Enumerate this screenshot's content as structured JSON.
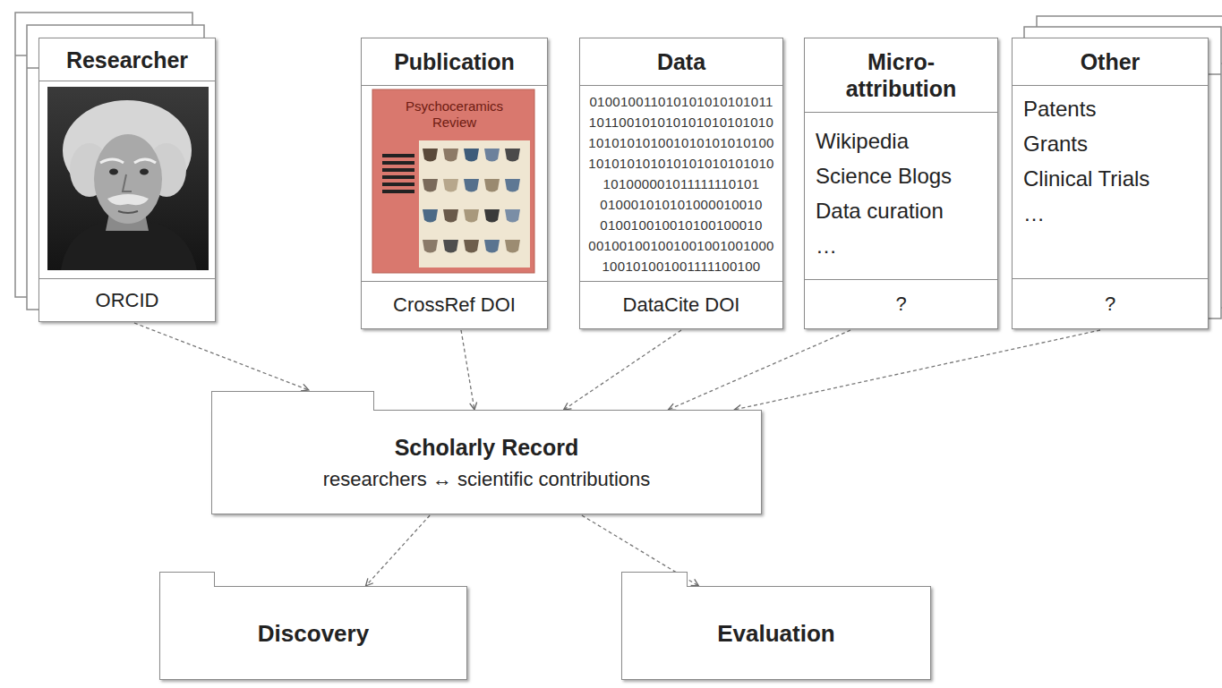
{
  "diagram": {
    "nodes": [
      {
        "text": [
          "Researcher",
          "ORCID"
        ]
      },
      {
        "text": [
          "Publication",
          "CrossRef DOI"
        ]
      },
      {
        "text": [
          "Data",
          "DataCite DOI"
        ]
      },
      {
        "text": [
          "Micro-attribution",
          "Wikipedia",
          "Science Blogs",
          "Data curation",
          "…",
          "?"
        ]
      },
      {
        "text": [
          "Other",
          "Patents",
          "Grants",
          "Clinical Trials",
          "…",
          "?"
        ]
      },
      {
        "text": [
          "Scholarly Record",
          "researchers ↔ scientific contributions"
        ]
      },
      {
        "text": [
          "Discovery"
        ]
      },
      {
        "text": [
          "Evaluation"
        ]
      }
    ],
    "edges": [
      {
        "from": 0,
        "to": 5,
        "arrow": "to"
      },
      {
        "from": 1,
        "to": 5,
        "arrow": "to"
      },
      {
        "from": 2,
        "to": 5,
        "arrow": "to"
      },
      {
        "from": 3,
        "to": 5,
        "arrow": "to"
      },
      {
        "from": 4,
        "to": 5,
        "arrow": "to"
      },
      {
        "from": 5,
        "to": 6,
        "arrow": "to"
      },
      {
        "from": 5,
        "to": 7,
        "arrow": "to"
      }
    ],
    "labels": [
      "Psychoceramics Review",
      "010010011010101010101011",
      "101100101010101010101010",
      "101010101001010101010100",
      "101010101010101010101010",
      "101000001011111110101",
      "010001010101000010010",
      "010010010010100100010",
      "001001001001001001001000",
      "100101001001111100100"
    ]
  }
}
